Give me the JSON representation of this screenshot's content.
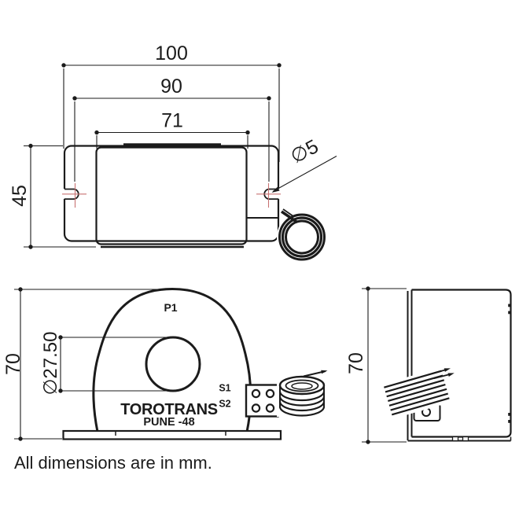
{
  "drawing": {
    "title_note": "All dimensions are in mm.",
    "views": {
      "top": {
        "dims": {
          "overall_width": "100",
          "slot_spacing": "90",
          "body_width": "71",
          "depth": "45",
          "slot_diameter": "∅5"
        }
      },
      "front": {
        "dims": {
          "height": "70",
          "hole_diameter": "∅27.50"
        },
        "labels": {
          "primary_terminal": "P1",
          "secondary_terminal_1": "S1",
          "secondary_terminal_2": "S2",
          "brand": "TOROTRANS",
          "model": "PUNE -48"
        }
      },
      "side": {
        "dims": {
          "height": "70"
        }
      }
    },
    "colors": {
      "line": "#1b1b1b",
      "centerline": "#c87272",
      "background": "#ffffff"
    }
  }
}
